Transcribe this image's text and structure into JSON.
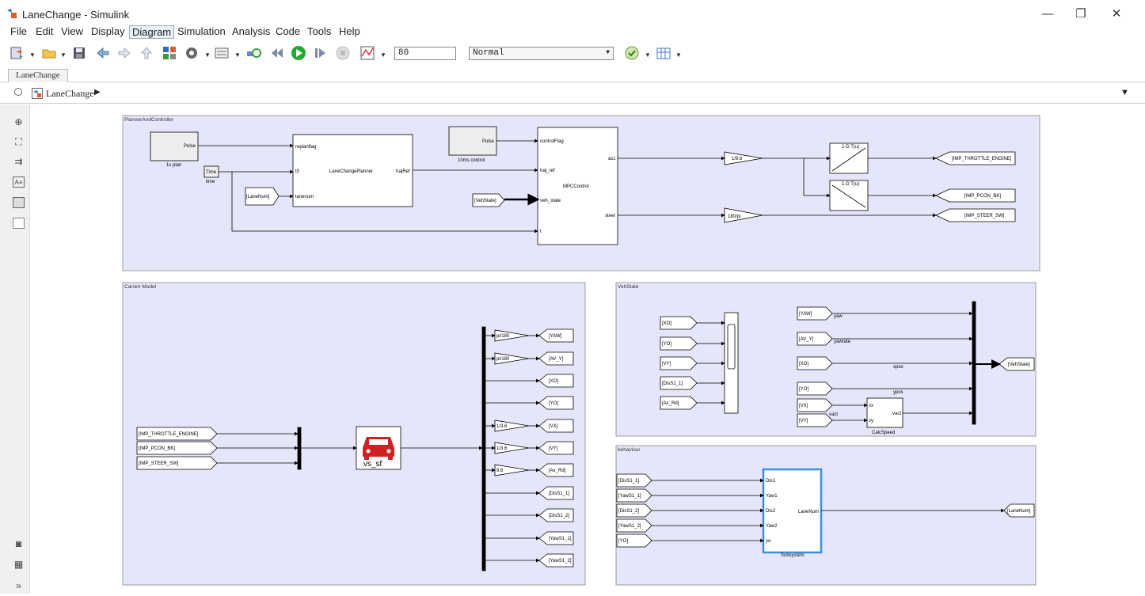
{
  "window": {
    "title": "LaneChange - Simulink",
    "controls": {
      "minimize": "—",
      "maximize": "❐",
      "close": "✕"
    }
  },
  "menu": [
    "File",
    "Edit",
    "View",
    "Display",
    "Diagram",
    "Simulation",
    "Analysis",
    "Code",
    "Tools",
    "Help"
  ],
  "toolbar": {
    "stop_time": "80",
    "mode": "Normal"
  },
  "tab": "LaneChange",
  "breadcrumb": "LaneChange",
  "icons": [
    "new-model-icon",
    "open-icon",
    "save-icon",
    "back-icon",
    "forward-icon",
    "up-icon",
    "library-browser-icon",
    "settings-gear-icon",
    "model-config-icon",
    "step-back-icon",
    "run-icon",
    "step-forward-icon",
    "stop-icon",
    "scope-icon",
    "check-icon",
    "grid-icon",
    "zoom-icon",
    "fit-icon",
    "arrow-icon",
    "annotation-icon",
    "image-icon",
    "area-icon",
    "camera-icon",
    "layout-icon",
    "more-icon"
  ],
  "areas": {
    "planner": {
      "title": "PlannerAndController",
      "pulse_label": "Pulse",
      "plan_caption": "1s plan",
      "clock_label": "Time",
      "clock_caption": "time",
      "lanenum_from": "[LaneNum]",
      "lcp_ports_in": [
        "replanflag",
        "t0",
        "lanenum"
      ],
      "lcp_name": "LaneChangePlanner",
      "lcp_port_out": "trajRef",
      "control_caption": "10ms control",
      "mpc_ports_in": [
        "controlFlag",
        "traj_ref",
        "veh_state",
        "t"
      ],
      "mpc_name": "MPCControl",
      "mpc_ports_out": [
        "acc",
        "steer"
      ],
      "vehstate_from": "[VehState]",
      "gain_acc": "1/9.8",
      "gain_steer": "180/pi",
      "lookup_label": "1-D T(u)",
      "gotos": [
        "[IMP_THROTTLE_ENGINE]",
        "[IMP_PCON_BK]",
        "[IMP_STEER_SW]"
      ]
    },
    "carsim": {
      "title": "Carsim Model",
      "froms": [
        "[IMP_THROTTLE_ENGINE]",
        "[IMP_PCON_BK]",
        "[IMP_STEER_SW]"
      ],
      "block_name": "vs_sf",
      "gains": [
        "pi/180",
        "pi/180",
        "",
        "",
        "1/3.6",
        "1/3.6",
        "9.8",
        "",
        "",
        "",
        ""
      ],
      "gotos": [
        "[YAW]",
        "[AV_Y]",
        "[XO]",
        "[YO]",
        "[VX]",
        "[VY]",
        "[Ax_Rd]",
        "[DisS1_1]",
        "[DisS1_2]",
        "[YawS1_1]",
        "[YawS1_2]"
      ]
    },
    "vehstate": {
      "title": "VehState",
      "mux_froms": [
        "[XO]",
        "[YO]",
        "[VY]",
        "[DisS1_1]",
        "[Ax_Rd]"
      ],
      "froms": [
        "[YAW]",
        "[AV_Y]",
        "[XO]",
        "[YO]",
        "[VX]",
        "[VY]"
      ],
      "signal_labels": [
        "yaw",
        "yawrate",
        "xpos",
        "ypos",
        "vact"
      ],
      "calc_ports_in": [
        "vx",
        "vy"
      ],
      "calc_port_out": "vact",
      "calc_caption": "CalcSpeed",
      "goto": "[VehState]"
    },
    "behaviour": {
      "title": "behaviour",
      "froms": [
        "[DisS1_1]",
        "[YawS1_1]",
        "[DisS1_2]",
        "[YawS1_2]",
        "[YO]"
      ],
      "sub_ports_in": [
        "Dis1",
        "Yaw1",
        "Dis2",
        "Yaw2",
        "yo"
      ],
      "sub_port_out": "LaneNum",
      "sub_caption": "Subsystem",
      "goto": "[LaneNum]"
    }
  },
  "colors": {
    "area_fill": "#e6e6fa",
    "block_run": "#22aa33",
    "car_red": "#cc2222"
  }
}
